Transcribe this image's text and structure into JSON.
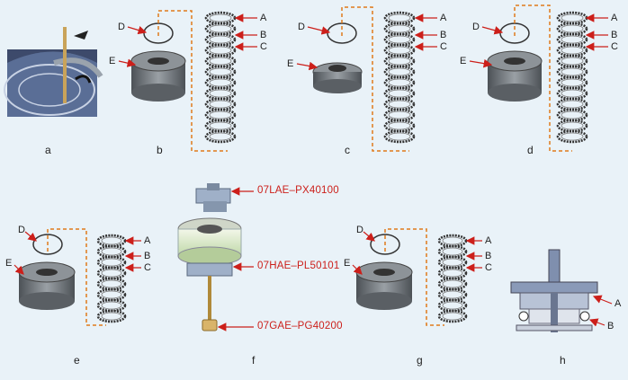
{
  "labels": {
    "A": "A",
    "B": "B",
    "C": "C",
    "D": "D",
    "E": "E"
  },
  "captions": [
    "a",
    "b",
    "c",
    "d",
    "e",
    "f",
    "g",
    "h"
  ],
  "tools": [
    "07LAE–PX40100",
    "07HAE–PL50101",
    "07GAE–PG40200"
  ],
  "colors": {
    "background": "#e9f2f8",
    "arrow": "#cc1f1a",
    "dashed_link": "#e07a1a",
    "disc": "#333333",
    "drum": "#6e7378"
  }
}
